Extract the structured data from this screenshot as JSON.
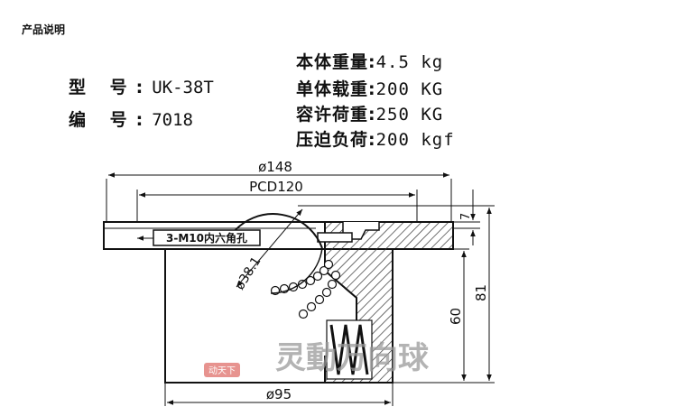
{
  "header": {
    "title": "产品说明"
  },
  "specs_left": [
    {
      "label": "型  号:",
      "value": "UK-38T"
    },
    {
      "label": "编  号:",
      "value": "7018"
    }
  ],
  "specs_right": [
    {
      "label": "本体重量:",
      "value": "4.5 kg"
    },
    {
      "label": "单体载重:",
      "value": "200 KG"
    },
    {
      "label": "容许荷重:",
      "value": "250 KG"
    },
    {
      "label": "压迫负荷:",
      "value": "200 kgf"
    }
  ],
  "dimensions": {
    "flange_diameter": "ø148",
    "pcd": "PCD120",
    "flange_thickness": "7",
    "total_height": "81",
    "body_height": "60",
    "body_diameter": "ø95",
    "ball_diameter": "ø38.1",
    "hole_callout": "3-M10内六角孔"
  },
  "watermark": {
    "text": "灵動万向球",
    "stamp": "动天下"
  },
  "colors": {
    "line": "#111111",
    "hatch": "#333333",
    "watermark": "#9a9a9a",
    "stamp": "#e0706a"
  }
}
